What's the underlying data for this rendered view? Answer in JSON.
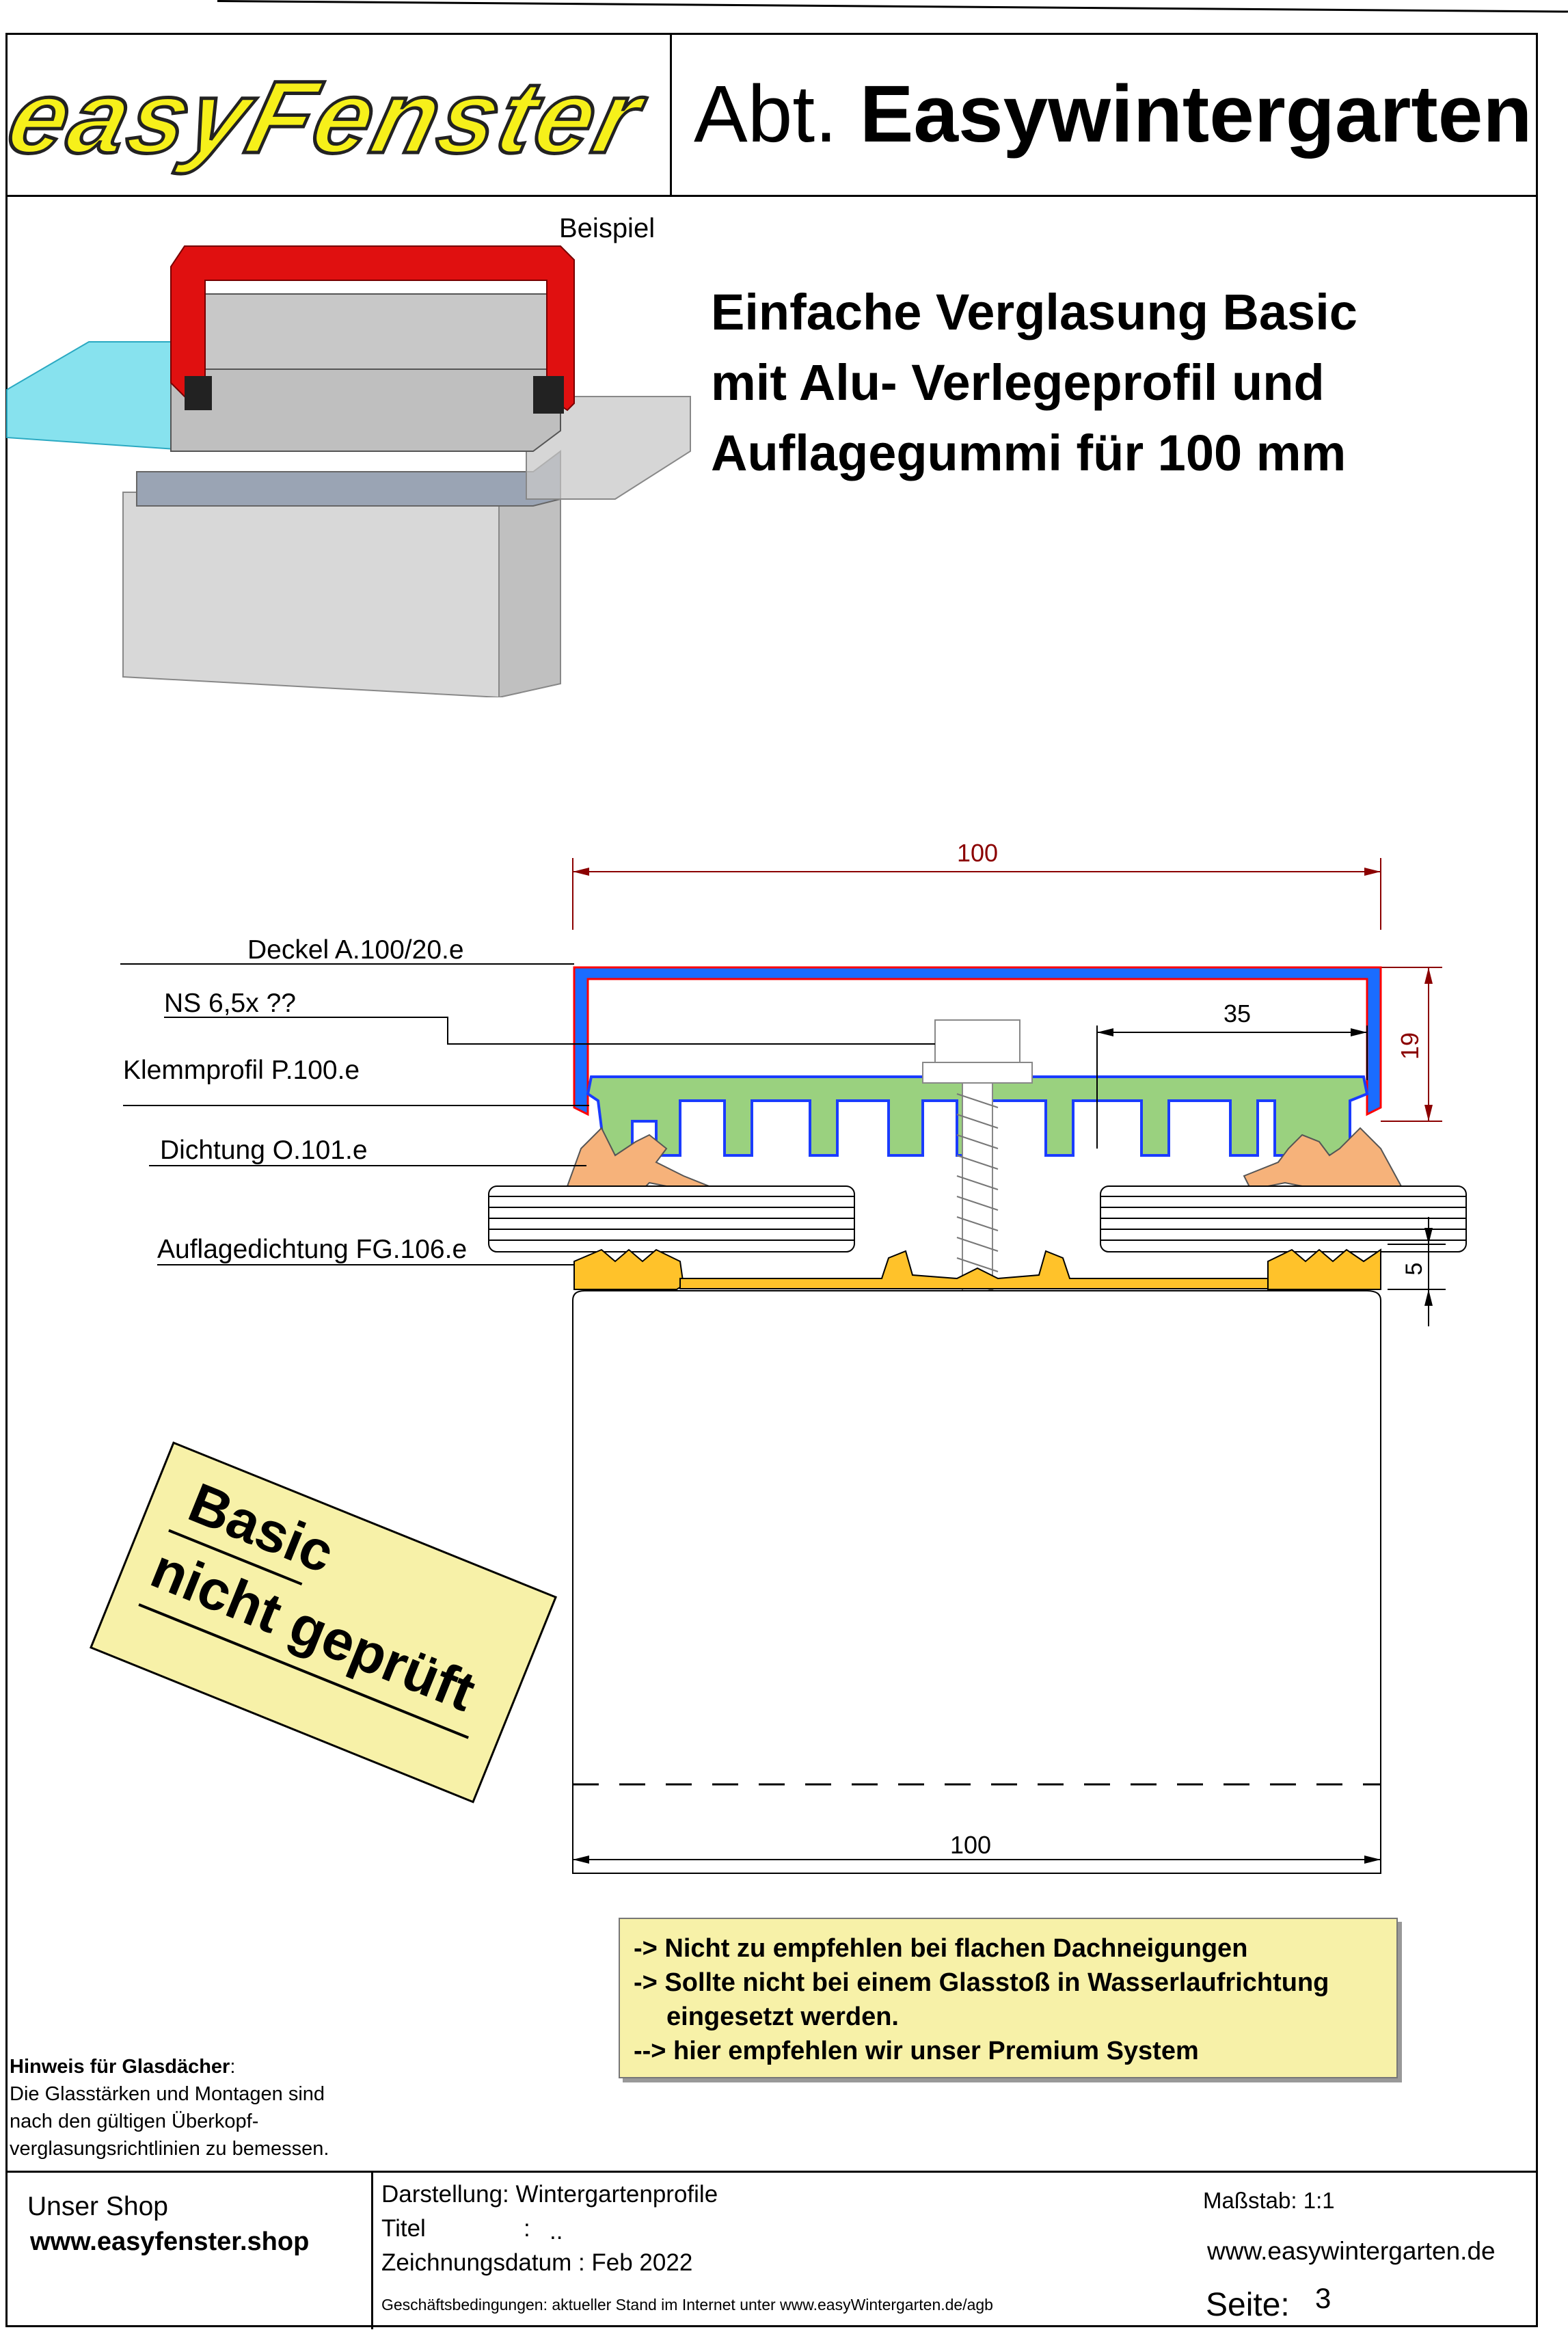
{
  "header": {
    "logo_text": "easyFenster",
    "title_prefix": "Abt.",
    "title_main": "Easywintergarten"
  },
  "example_label": "Beispiel",
  "main_title": {
    "line1": "Einfache Verglasung Basic",
    "line2": "mit Alu- Verlegeprofil und",
    "line3": "Auflagegummi für 100 mm"
  },
  "drawing": {
    "dim_top": "100",
    "dim_bottom": "100",
    "dim_35": "35",
    "dim_19": "19",
    "dim_5": "5",
    "labels": {
      "deckel": "Deckel A.100/20.e",
      "ns": "NS 6,5x ??",
      "klemmprofil": "Klemmprofil P.100.e",
      "dichtung": "Dichtung O.101.e",
      "auflage": "Auflagedichtung FG.106.e"
    },
    "colors": {
      "deckel": "#ff0000",
      "deckel_inner": "#1a6cff",
      "klemmprofil_fill": "#9ad17f",
      "dichtung": "#f6b27a",
      "auflage": "#ffc22a",
      "dim": "#8b0000"
    }
  },
  "stamp": {
    "line1": "Basic",
    "line2": "nicht geprüft"
  },
  "note": {
    "line1": "-> Nicht zu empfehlen bei flachen Dachneigungen",
    "line2": "-> Sollte nicht bei einem Glasstoß in Wasserlaufrichtung",
    "line3": "eingesetzt werden.",
    "line4": "--> hier empfehlen wir unser Premium System"
  },
  "hint": {
    "title": "Hinweis für Glasdächer",
    "colon": ":",
    "line1": "Die Glasstärken und Montagen sind",
    "line2": "nach den gültigen Überkopf-",
    "line3": "verglasungsrichtlinien zu bemessen."
  },
  "footer": {
    "shop_label": "Unser Shop",
    "shop_url": "www.easyfenster.shop",
    "darstellung": "Darstellung: Wintergartenprofile",
    "titel_label": "Titel",
    "titel_colon": ":",
    "titel_value": "..",
    "datum": "Zeichnungsdatum : Feb 2022",
    "agb": "Geschäftsbedingungen: aktueller Stand im Internet  unter www.easyWintergarten.de/agb",
    "massstab": "Maßstab: 1:1",
    "website": "www.easywintergarten.de",
    "seite_label": "Seite:",
    "seite_value": "3"
  }
}
